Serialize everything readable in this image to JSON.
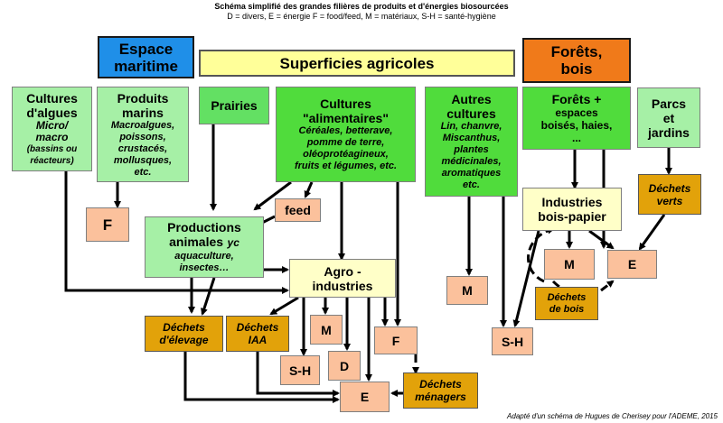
{
  "header": {
    "title": "Schéma simplifié des grandes filières de produits et d'énergies biosourcées",
    "legend": "D = divers, E = énergie F = food/feed, M = matériaux, S-H = santé-hygiène"
  },
  "top": {
    "maritime": [
      "Espace",
      "maritime"
    ],
    "agricole": "Superficies agricoles",
    "forets": [
      "Forêts,",
      "bois"
    ]
  },
  "sources": {
    "algues": {
      "title": [
        "Cultures",
        "d'algues"
      ],
      "detail": [
        "Micro/",
        "macro"
      ],
      "note": [
        "(bassins ou",
        "réacteurs)"
      ]
    },
    "marins": {
      "title": [
        "Produits",
        "marins"
      ],
      "detail": [
        "Macroalgues,",
        "poissons,",
        "crustacés,",
        "mollusques,",
        "etc."
      ]
    },
    "prairies": "Prairies",
    "alimentaires": {
      "title": [
        "Cultures",
        "\"alimentaires\""
      ],
      "detail": [
        "Céréales, betterave,",
        "pomme de terre,",
        "oléoprotéagineux,",
        "fruits et légumes, etc."
      ]
    },
    "autres": {
      "title": [
        "Autres",
        "cultures"
      ],
      "detail": [
        "Lin, chanvre,",
        "Miscanthus,",
        "plantes",
        "médicinales,",
        "aromatiques",
        "etc."
      ]
    },
    "forets_plus": {
      "title": "Forêts +",
      "detail": [
        "espaces",
        "boisés, haies,",
        "..."
      ]
    },
    "parcs": [
      "Parcs",
      "et",
      "jardins"
    ]
  },
  "middle": {
    "productions": {
      "title": [
        "Productions",
        "animales"
      ],
      "suffix": "yc",
      "detail": [
        "aquaculture,",
        "insectes…"
      ]
    },
    "feed": "feed",
    "agro": [
      "Agro -",
      "industries"
    ],
    "bois_papier": [
      "Industries",
      "bois-papier"
    ]
  },
  "outputs": {
    "f_left": "F",
    "m_agro": "M",
    "sh_agro": "S-H",
    "d_agro": "D",
    "f_agro": "F",
    "e_center": "E",
    "m_autres": "M",
    "sh_right": "S-H",
    "m_bois": "M",
    "e_bois": "E"
  },
  "waste": {
    "elevage": [
      "Déchets",
      "d'élevage"
    ],
    "iaa": [
      "Déchets",
      "IAA"
    ],
    "menagers": [
      "Déchets",
      "ménagers"
    ],
    "bois": [
      "Déchets",
      "de bois"
    ],
    "verts": [
      "Déchets",
      "verts"
    ]
  },
  "credit": "Adapté d'un schéma de Hugues de Cherisey pour l'ADEME, 2015"
}
